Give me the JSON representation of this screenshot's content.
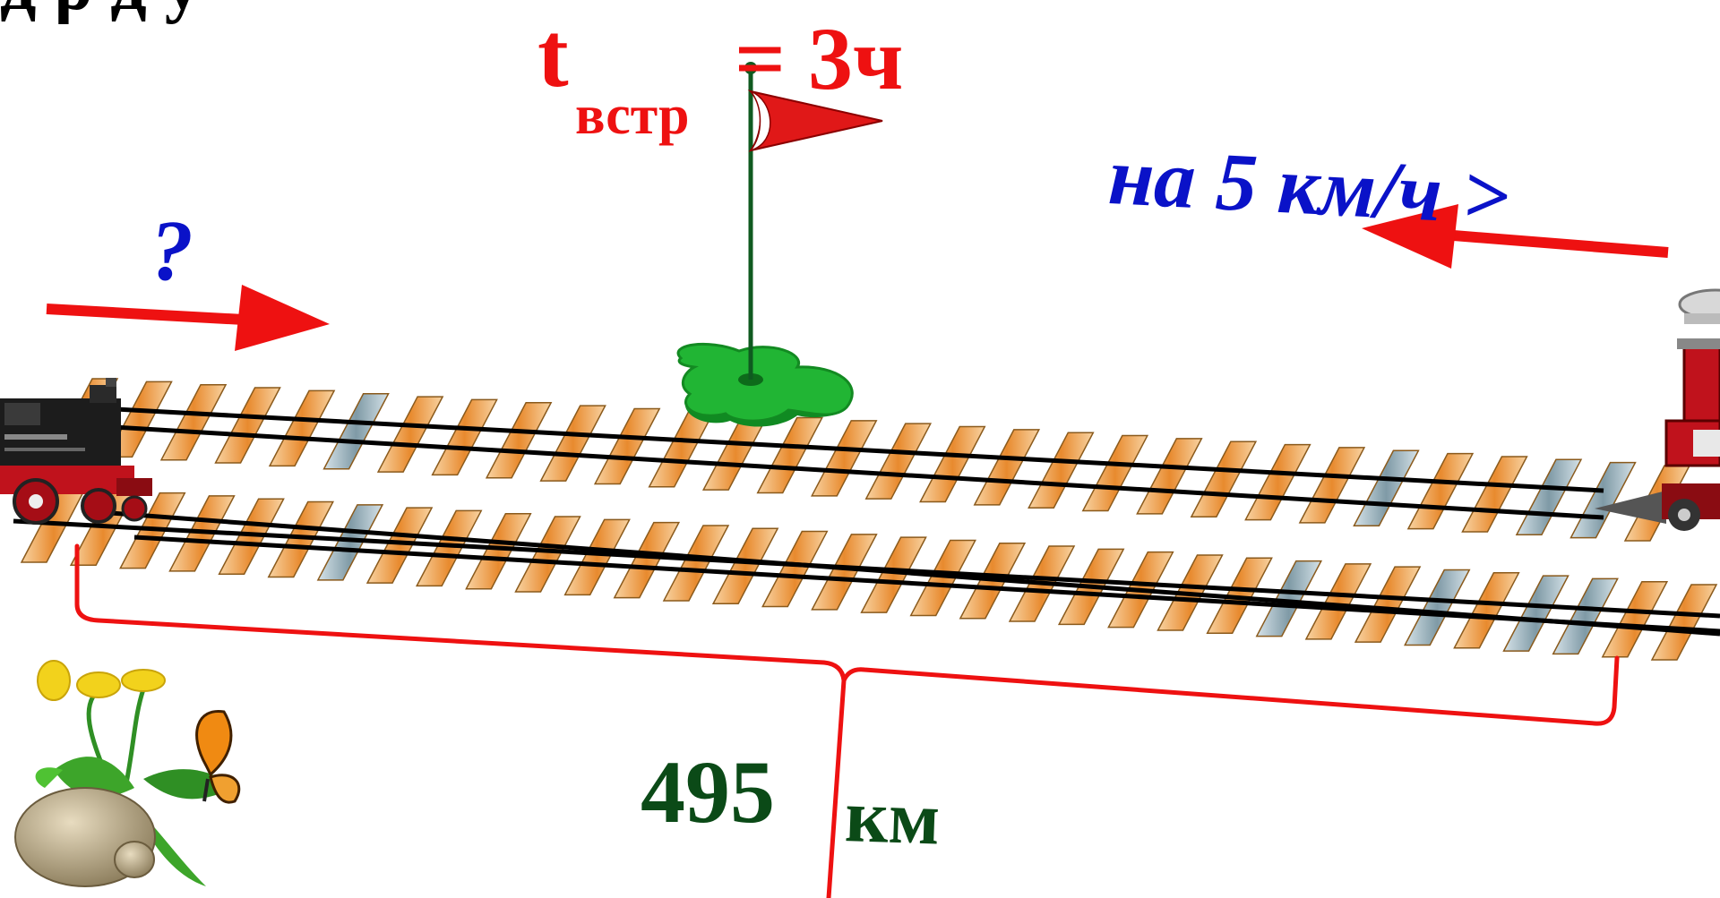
{
  "labels": {
    "cut_top": "д                                         ρ  д у",
    "time_t": "t",
    "time_sub": "встр",
    "time_eq": "= 3ч",
    "speed_diff": "на 5 км/ч >",
    "unknown_speed": "?",
    "distance_value": "495",
    "distance_unit": "км"
  },
  "colors": {
    "red": "#ee1111",
    "blue": "#0a12c8",
    "dark_green": "#0b4a17",
    "flag_base": "#20b030",
    "tie_orange": "#f3b56a",
    "tie_gray": "#a8bcc4"
  },
  "icons": [
    "left-locomotive-icon",
    "right-locomotive-icon",
    "flag-icon",
    "flower-stone-butterfly-icon"
  ]
}
